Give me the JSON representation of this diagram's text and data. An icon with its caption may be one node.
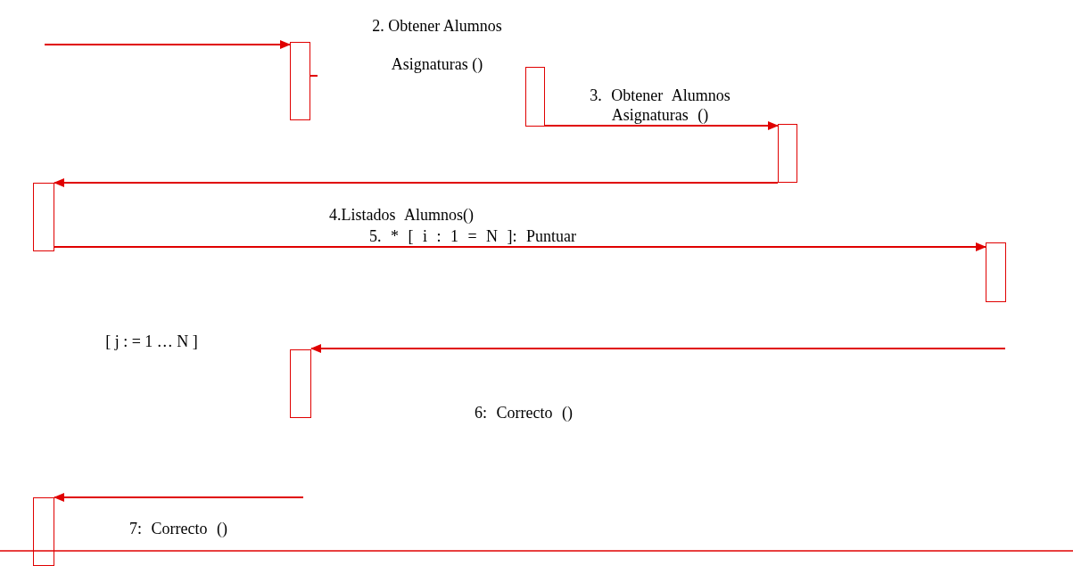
{
  "diagram": {
    "nodes": [
      {
        "text": [],
        "shape": "bar"
      },
      {
        "text": [],
        "shape": "bar"
      },
      {
        "text": [],
        "shape": "bar"
      },
      {
        "text": [],
        "shape": "bar"
      },
      {
        "text": [],
        "shape": "bar"
      },
      {
        "text": [],
        "shape": "bar"
      },
      {
        "text": [],
        "shape": "bar"
      }
    ],
    "edges": [
      {
        "from": null,
        "to": 0,
        "arrow": "to"
      },
      {
        "from": 0,
        "to": null,
        "arrow": "none"
      },
      {
        "from": 1,
        "to": 2,
        "arrow": "to",
        "label": "3. Obtener Alumnos Asignaturas ()"
      },
      {
        "from": 2,
        "to": 3,
        "arrow": "to",
        "label": "4.Listados Alumnos()"
      },
      {
        "from": 3,
        "to": 4,
        "arrow": "to",
        "label": "5. * [ i : 1 = N ]: Puntuar"
      },
      {
        "from": null,
        "to": 5,
        "arrow": "to",
        "label": "6: Correcto ()"
      },
      {
        "from": null,
        "to": 6,
        "arrow": "to",
        "label": "7: Correcto ()"
      }
    ],
    "labels": [
      "2. Obtener Alumnos Asignaturas ()",
      "[ j : = 1 … N ]"
    ]
  }
}
